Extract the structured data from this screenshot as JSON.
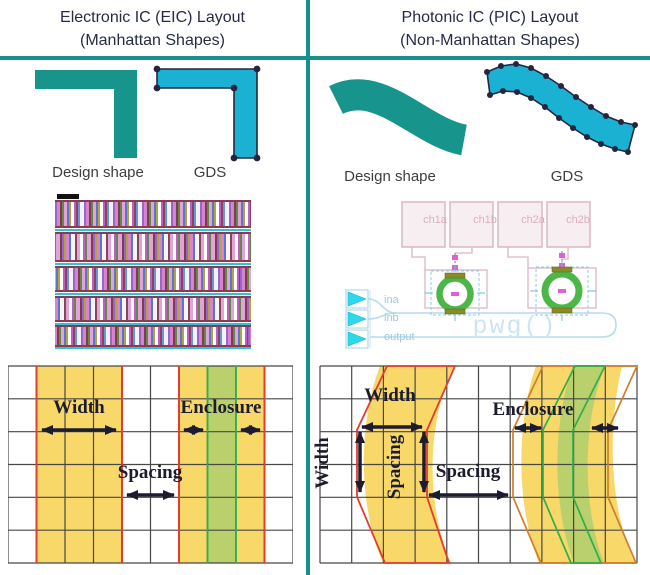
{
  "titles": {
    "left_line1": "Electronic IC (EIC) Layout",
    "left_line2": "(Manhattan Shapes)",
    "right_line1": "Photonic IC (PIC) Layout",
    "right_line2": "(Non-Manhattan Shapes)"
  },
  "eic": {
    "design_shape_label": "Design shape",
    "gds_label": "GDS",
    "grid": {
      "width": "Width",
      "enclosure": "Enclosure",
      "spacing": "Spacing"
    }
  },
  "pic": {
    "design_shape_label": "Design shape",
    "gds_label": "GDS",
    "layout": {
      "channels": [
        "ch1a",
        "ch1b",
        "ch2a",
        "ch2b"
      ],
      "ports": [
        "ina",
        "inb",
        "output"
      ],
      "pwg_label": "pwg()"
    },
    "grid": {
      "width_h": "Width",
      "width_v": "Width",
      "spacing_v": "Spacing",
      "spacing_h": "Spacing",
      "enclosure": "Enclosure"
    }
  },
  "colors": {
    "divider_teal": "#17908e",
    "design_teal": "#17948c",
    "gds_cyan": "#1ab1d3",
    "grid_yellow": "#f8d868",
    "grid_green_fill": "#b9d06c",
    "rule_red": "#e63c2f",
    "rule_green": "#2fae49",
    "rule_orange": "#cf7e2c",
    "annotation_ink": "#1c1c30"
  }
}
